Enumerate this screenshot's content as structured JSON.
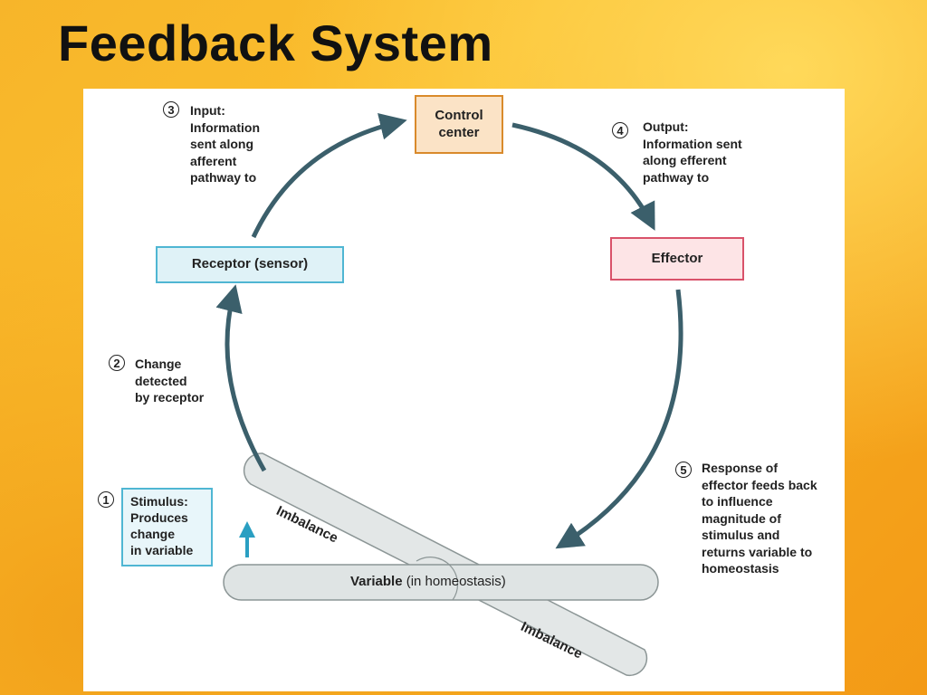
{
  "slide": {
    "title": "Feedback System"
  },
  "diagram": {
    "boxes": {
      "control_center": "Control\ncenter",
      "receptor": "Receptor (sensor)",
      "effector": "Effector"
    },
    "steps": [
      {
        "num": "1",
        "text": "Stimulus:\nProduces\nchange\nin variable"
      },
      {
        "num": "2",
        "text": "Change\ndetected\nby receptor"
      },
      {
        "num": "3",
        "text": "Input:\nInformation\nsent along\nafferent\npathway to"
      },
      {
        "num": "4",
        "text": "Output:\nInformation sent\nalong efferent\npathway to"
      },
      {
        "num": "5",
        "text": "Response of\neffector feeds back\nto influence\nmagnitude of\nstimulus and\nreturns variable to\nhomeostasis"
      }
    ],
    "variable_bar": {
      "bold": "Variable",
      "rest": "(in homeostasis)"
    },
    "imbalance_upper": "Imbalance",
    "imbalance_lower": "Imbalance",
    "colors": {
      "arrow": "#3b5f6b",
      "stimulus_arrow": "#2a9fc2",
      "bar_fill": "#dfe4e4",
      "bar_stroke": "#8c9696"
    }
  }
}
